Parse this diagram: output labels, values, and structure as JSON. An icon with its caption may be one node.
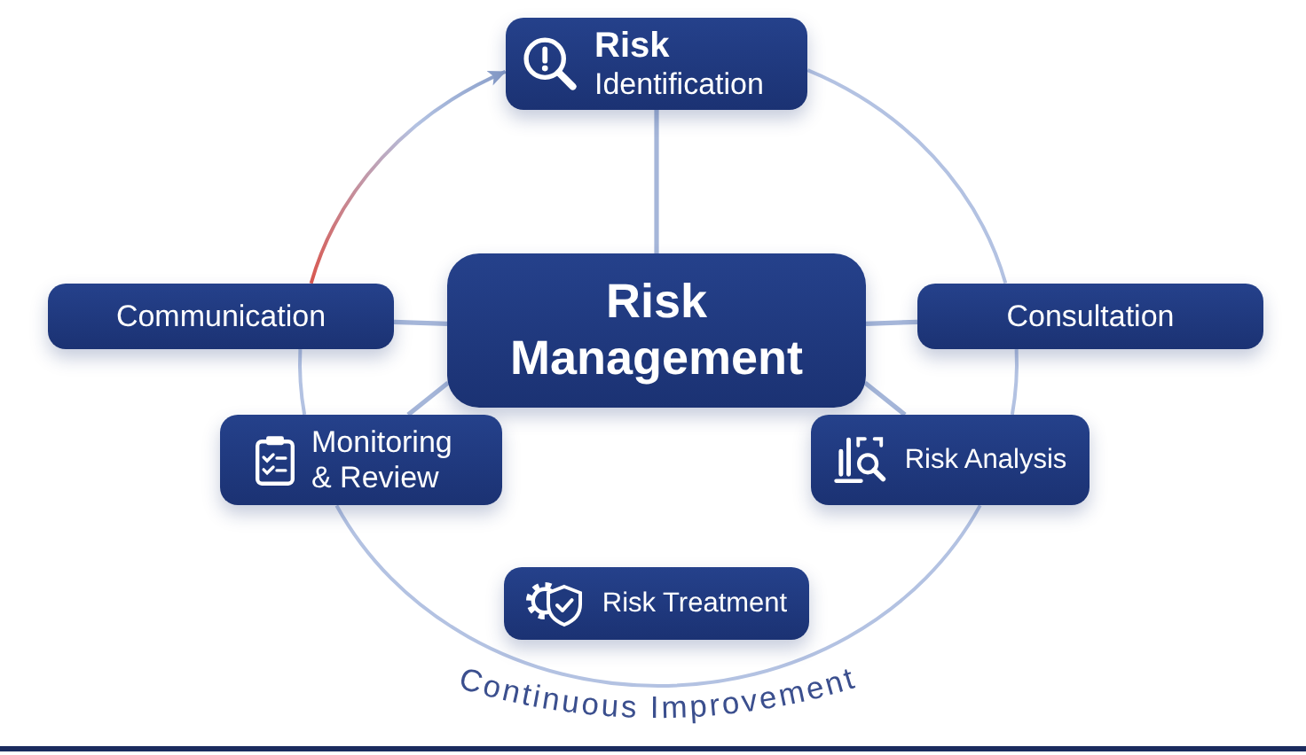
{
  "diagram": {
    "nodes": [
      {
        "text": [
          "**Risk** Identification"
        ]
      },
      {
        "text": [
          "Communication"
        ]
      },
      {
        "text": [
          "Risk Management"
        ]
      },
      {
        "text": [
          "Consultation"
        ]
      },
      {
        "text": [
          "Monitoring & Review"
        ]
      },
      {
        "text": [
          "Risk Analysis"
        ]
      },
      {
        "text": [
          "Risk Treatment"
        ]
      }
    ],
    "edges": [
      {
        "from": 2,
        "to": 0,
        "arrow": "none"
      },
      {
        "from": 2,
        "to": 1,
        "arrow": "none"
      },
      {
        "from": 2,
        "to": 3,
        "arrow": "none"
      },
      {
        "from": 2,
        "to": 4,
        "arrow": "none"
      },
      {
        "from": 2,
        "to": 5,
        "arrow": "none"
      },
      {
        "from": 0,
        "to": 3,
        "arrow": "none"
      },
      {
        "from": 3,
        "to": 5,
        "arrow": "none"
      },
      {
        "from": 5,
        "to": 4,
        "arrow": "none"
      },
      {
        "from": 4,
        "to": 1,
        "arrow": "none"
      },
      {
        "from": 1,
        "to": 0,
        "arrow": "to",
        "color": "#d9574f"
      }
    ],
    "labels": [
      "Continuous Improvement"
    ]
  }
}
